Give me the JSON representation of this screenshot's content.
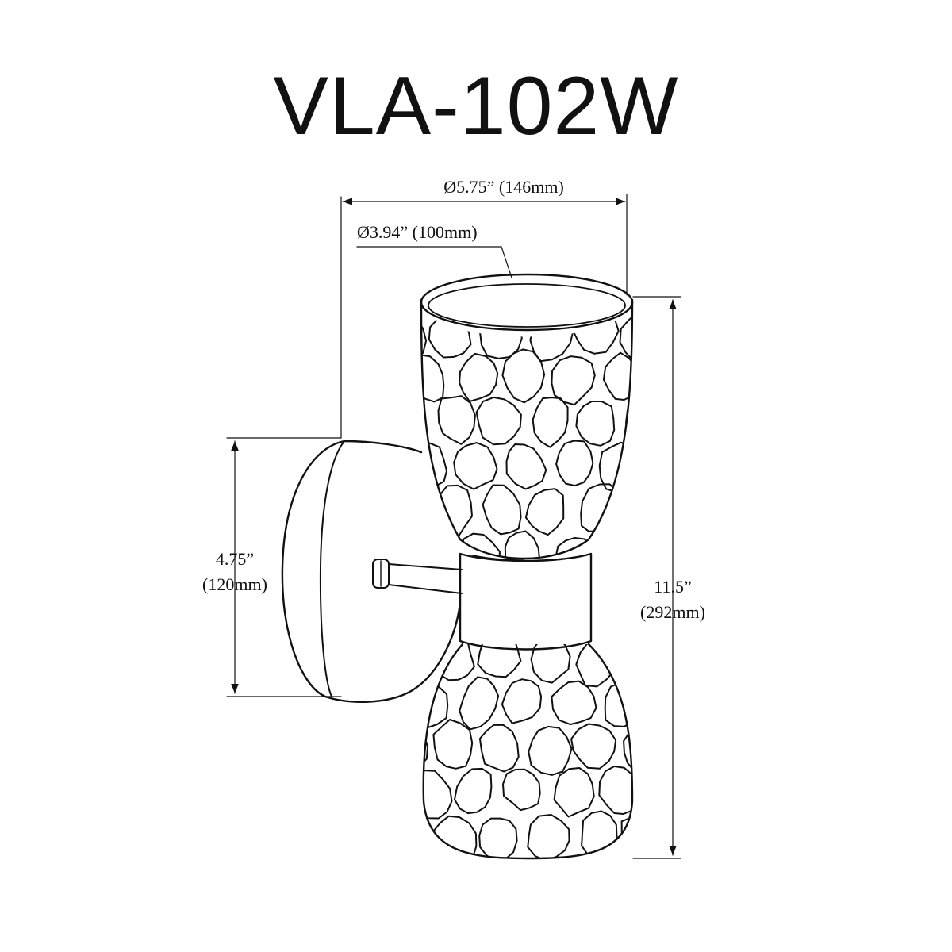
{
  "title": "VLA-102W",
  "dimensions": {
    "overall_width": "Ø5.75” (146mm)",
    "shade_diameter": "Ø3.94” (100mm)",
    "backplate_height_in": "4.75”",
    "backplate_height_mm": "(120mm)",
    "overall_height_in": "11.5”",
    "overall_height_mm": "(292mm)"
  },
  "colors": {
    "line": "#111111",
    "background": "#ffffff"
  }
}
